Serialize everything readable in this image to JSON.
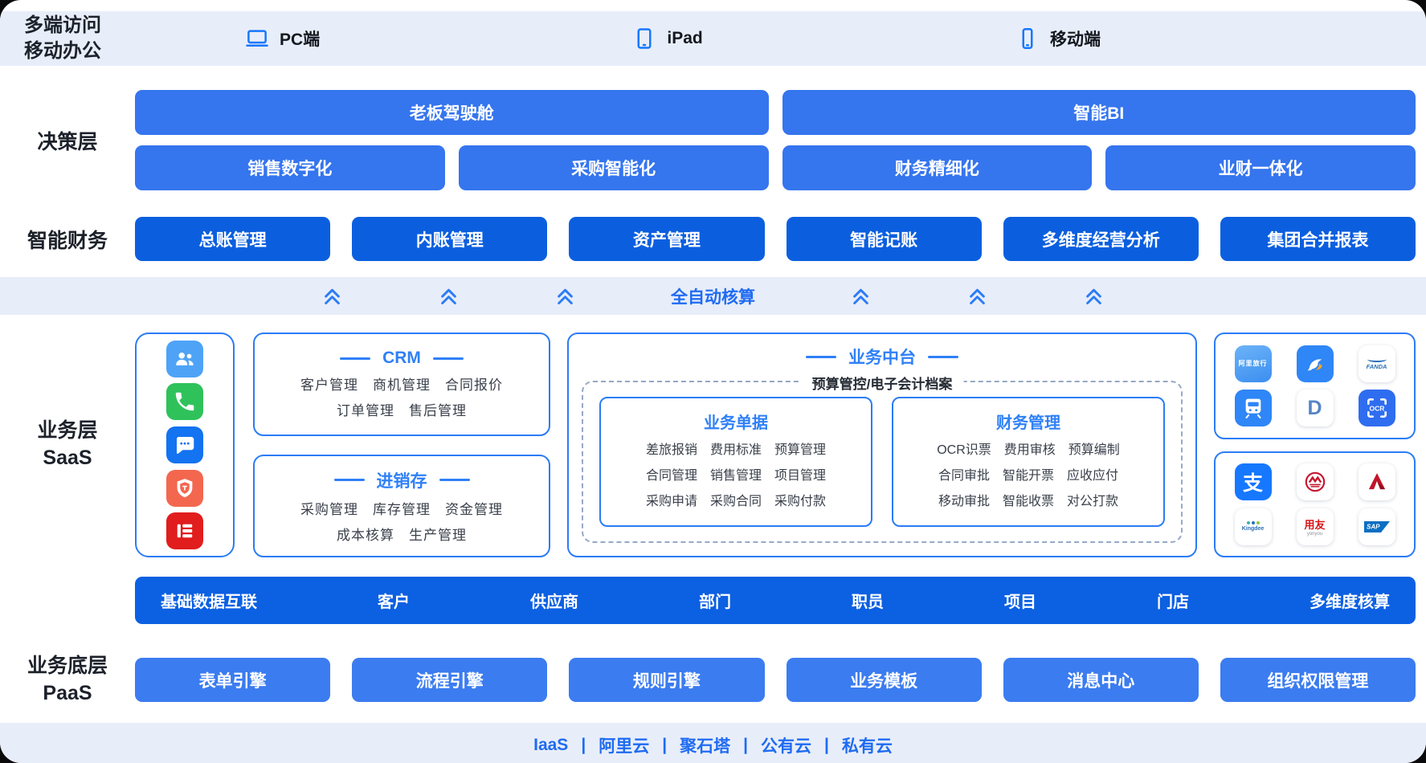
{
  "colors": {
    "accent_blue": "#2b7cf6",
    "button_mid_blue": "#3575ee",
    "button_dark_blue": "#0b5fdf",
    "band_light": "#e8eef9",
    "band_dark": "#0c60e2",
    "title_blue": "#2f80f7"
  },
  "top_bar": {
    "label_line1": "多端访问",
    "label_line2": "移动办公",
    "devices": [
      {
        "label": "PC端"
      },
      {
        "label": "iPad"
      },
      {
        "label": "移动端"
      }
    ]
  },
  "decision": {
    "label": "决策层",
    "row1": [
      "老板驾驶舱",
      "智能BI"
    ],
    "row2": [
      "销售数字化",
      "采购智能化",
      "财务精细化",
      "业财一体化"
    ]
  },
  "finance": {
    "label": "智能财务",
    "items": [
      "总账管理",
      "内账管理",
      "资产管理",
      "智能记账",
      "多维度经营分析",
      "集团合并报表"
    ]
  },
  "auto_band": {
    "label": "全自动核算"
  },
  "saas": {
    "label_line1": "业务层",
    "label_line2": "SaaS",
    "crm": {
      "title": "CRM",
      "rows": [
        [
          "客户管理",
          "商机管理",
          "合同报价"
        ],
        [
          "订单管理",
          "售后管理"
        ]
      ]
    },
    "jxc": {
      "title": "进销存",
      "rows": [
        [
          "采购管理",
          "库存管理",
          "资金管理"
        ],
        [
          "成本核算",
          "生产管理"
        ]
      ]
    },
    "mid": {
      "title": "业务中台",
      "dashed_label": "预算管控/电子会计档案",
      "docs": {
        "title": "业务单据",
        "rows": [
          [
            "差旅报销",
            "费用标准",
            "预算管理"
          ],
          [
            "合同管理",
            "销售管理",
            "项目管理"
          ],
          [
            "采购申请",
            "采购合同",
            "采购付款"
          ]
        ]
      },
      "fin": {
        "title": "财务管理",
        "rows": [
          [
            "OCR识票",
            "费用审核",
            "预算编制"
          ],
          [
            "合同审批",
            "智能开票",
            "应收应付"
          ],
          [
            "移动审批",
            "智能收票",
            "对公打款"
          ]
        ]
      }
    },
    "logos": {
      "alitrip": "阿里旅行",
      "fanda": "FANDA",
      "ocr": "OCR",
      "alipay": "支",
      "didi": "D",
      "kingdee": "Kingdee",
      "yonyou_cn": "用友",
      "yonyou_en": "yonyou",
      "sap": "SAP"
    }
  },
  "data_band": {
    "items": [
      "基础数据互联",
      "客户",
      "供应商",
      "部门",
      "职员",
      "项目",
      "门店",
      "多维度核算"
    ]
  },
  "paas": {
    "label_line1": "业务底层",
    "label_line2": "PaaS",
    "items": [
      "表单引擎",
      "流程引擎",
      "规则引擎",
      "业务模板",
      "消息中心",
      "组织权限管理"
    ]
  },
  "iaas": {
    "items": [
      "IaaS",
      "阿里云",
      "聚石塔",
      "公有云",
      "私有云"
    ],
    "divider": "|"
  }
}
